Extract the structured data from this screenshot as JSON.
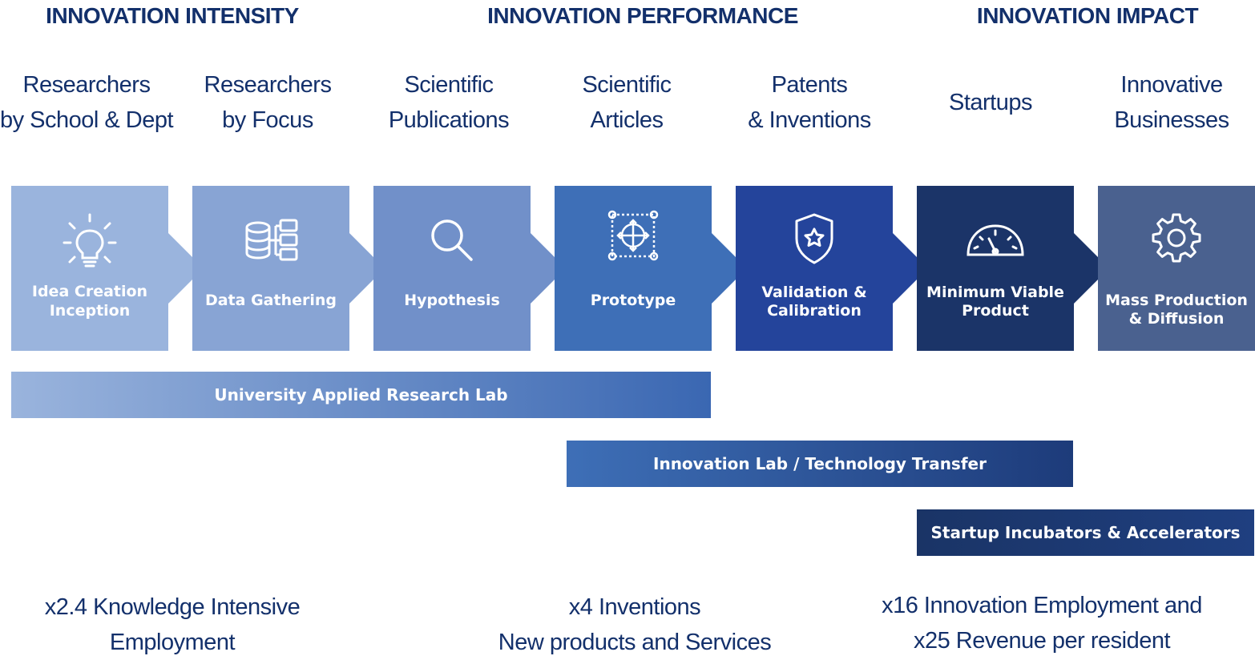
{
  "headers": {
    "intensity": "INNOVATION INTENSITY",
    "performance": "INNOVATION PERFORMANCE",
    "impact": "INNOVATION IMPACT"
  },
  "metrics": [
    {
      "line1": "Researchers",
      "line2": "by School & Dept"
    },
    {
      "line1": "Researchers",
      "line2": "by Focus"
    },
    {
      "line1": "Scientific",
      "line2": "Publications"
    },
    {
      "line1": "Scientific",
      "line2": "Articles"
    },
    {
      "line1": "Patents",
      "line2": "& Inventions"
    },
    {
      "line1": "Startups",
      "line2": ""
    },
    {
      "line1": "Innovative",
      "line2": "Businesses"
    }
  ],
  "stages": [
    {
      "line1": "Idea Creation",
      "line2": "Inception",
      "icon": "lightbulb-icon",
      "color": "#9ab4dd"
    },
    {
      "line1": "Data Gathering",
      "line2": "",
      "icon": "database-icon",
      "color": "#88a4d4"
    },
    {
      "line1": "Hypothesis",
      "line2": "",
      "icon": "magnifier-icon",
      "color": "#7190c9"
    },
    {
      "line1": "Prototype",
      "line2": "",
      "icon": "prototype-icon",
      "color": "#3e6fb7"
    },
    {
      "line1": "Validation &",
      "line2": "Calibration",
      "icon": "shield-star-icon",
      "color": "#24449b"
    },
    {
      "line1": "Minimum Viable",
      "line2": "Product",
      "icon": "speedometer-icon",
      "color": "#1b3468"
    },
    {
      "line1": "Mass Production",
      "line2": "& Diffusion",
      "icon": "gear-icon",
      "color": "#4a618f"
    }
  ],
  "bands": {
    "research_lab": "University Applied Research Lab",
    "tech_transfer": "Innovation Lab / Technology Transfer",
    "incubators": "Startup Incubators & Accelerators"
  },
  "results": [
    {
      "line1": "x2.4 Knowledge Intensive",
      "line2": "Employment"
    },
    {
      "line1": "x4 Inventions",
      "line2": "New products and Services"
    },
    {
      "line1": "x16 Innovation Employment and",
      "line2": "x25 Revenue per resident"
    }
  ]
}
